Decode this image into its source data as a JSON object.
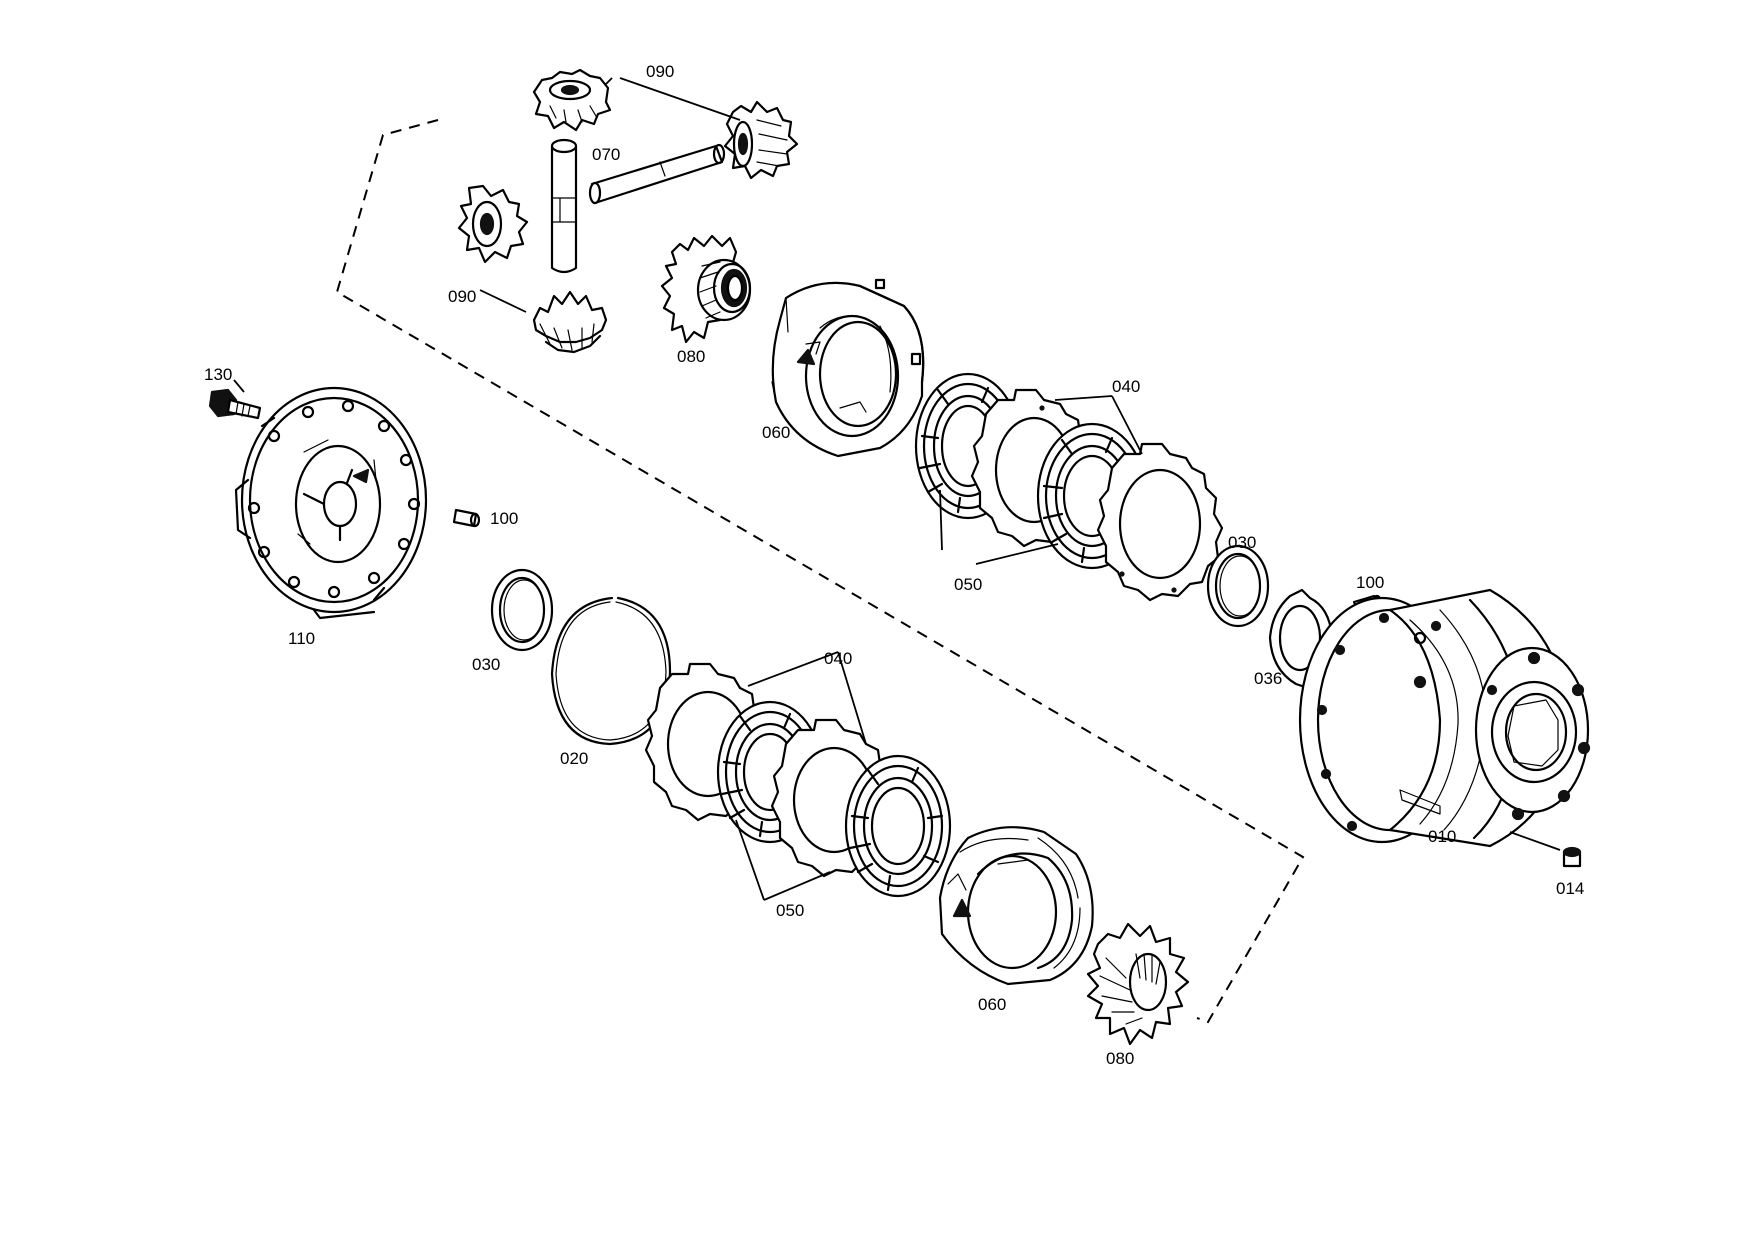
{
  "callouts": {
    "p010": "010",
    "p014": "014",
    "p020": "020",
    "p030a": "030",
    "p030b": "030",
    "p036": "036",
    "p040a": "040",
    "p040b": "040",
    "p050a": "050",
    "p050b": "050",
    "p060a": "060",
    "p060b": "060",
    "p070": "070",
    "p080a": "080",
    "p080b": "080",
    "p090a": "090",
    "p090b": "090",
    "p100a": "100",
    "p100b": "100",
    "p110": "110",
    "p130": "130"
  }
}
